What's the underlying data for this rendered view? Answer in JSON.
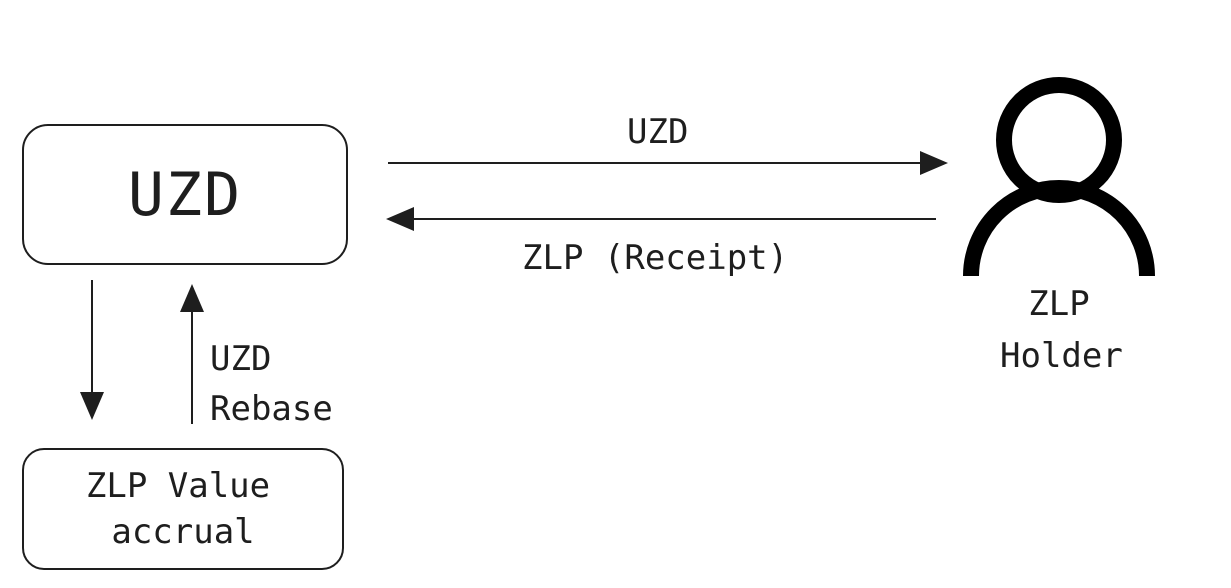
{
  "diagram": {
    "uzd_box": {
      "label": "UZD"
    },
    "zlp_box": {
      "line1": "ZLP Value",
      "line2": "accrual"
    },
    "arrow_labels": {
      "to_holder": "UZD",
      "from_holder": "ZLP (Receipt)",
      "rebase_line1": "UZD",
      "rebase_line2": "Rebase"
    },
    "holder": {
      "icon": "user-icon",
      "line1": "ZLP",
      "line2": "Holder"
    },
    "stroke_color": "#1e1e1e",
    "background_color": "#ffffff"
  }
}
